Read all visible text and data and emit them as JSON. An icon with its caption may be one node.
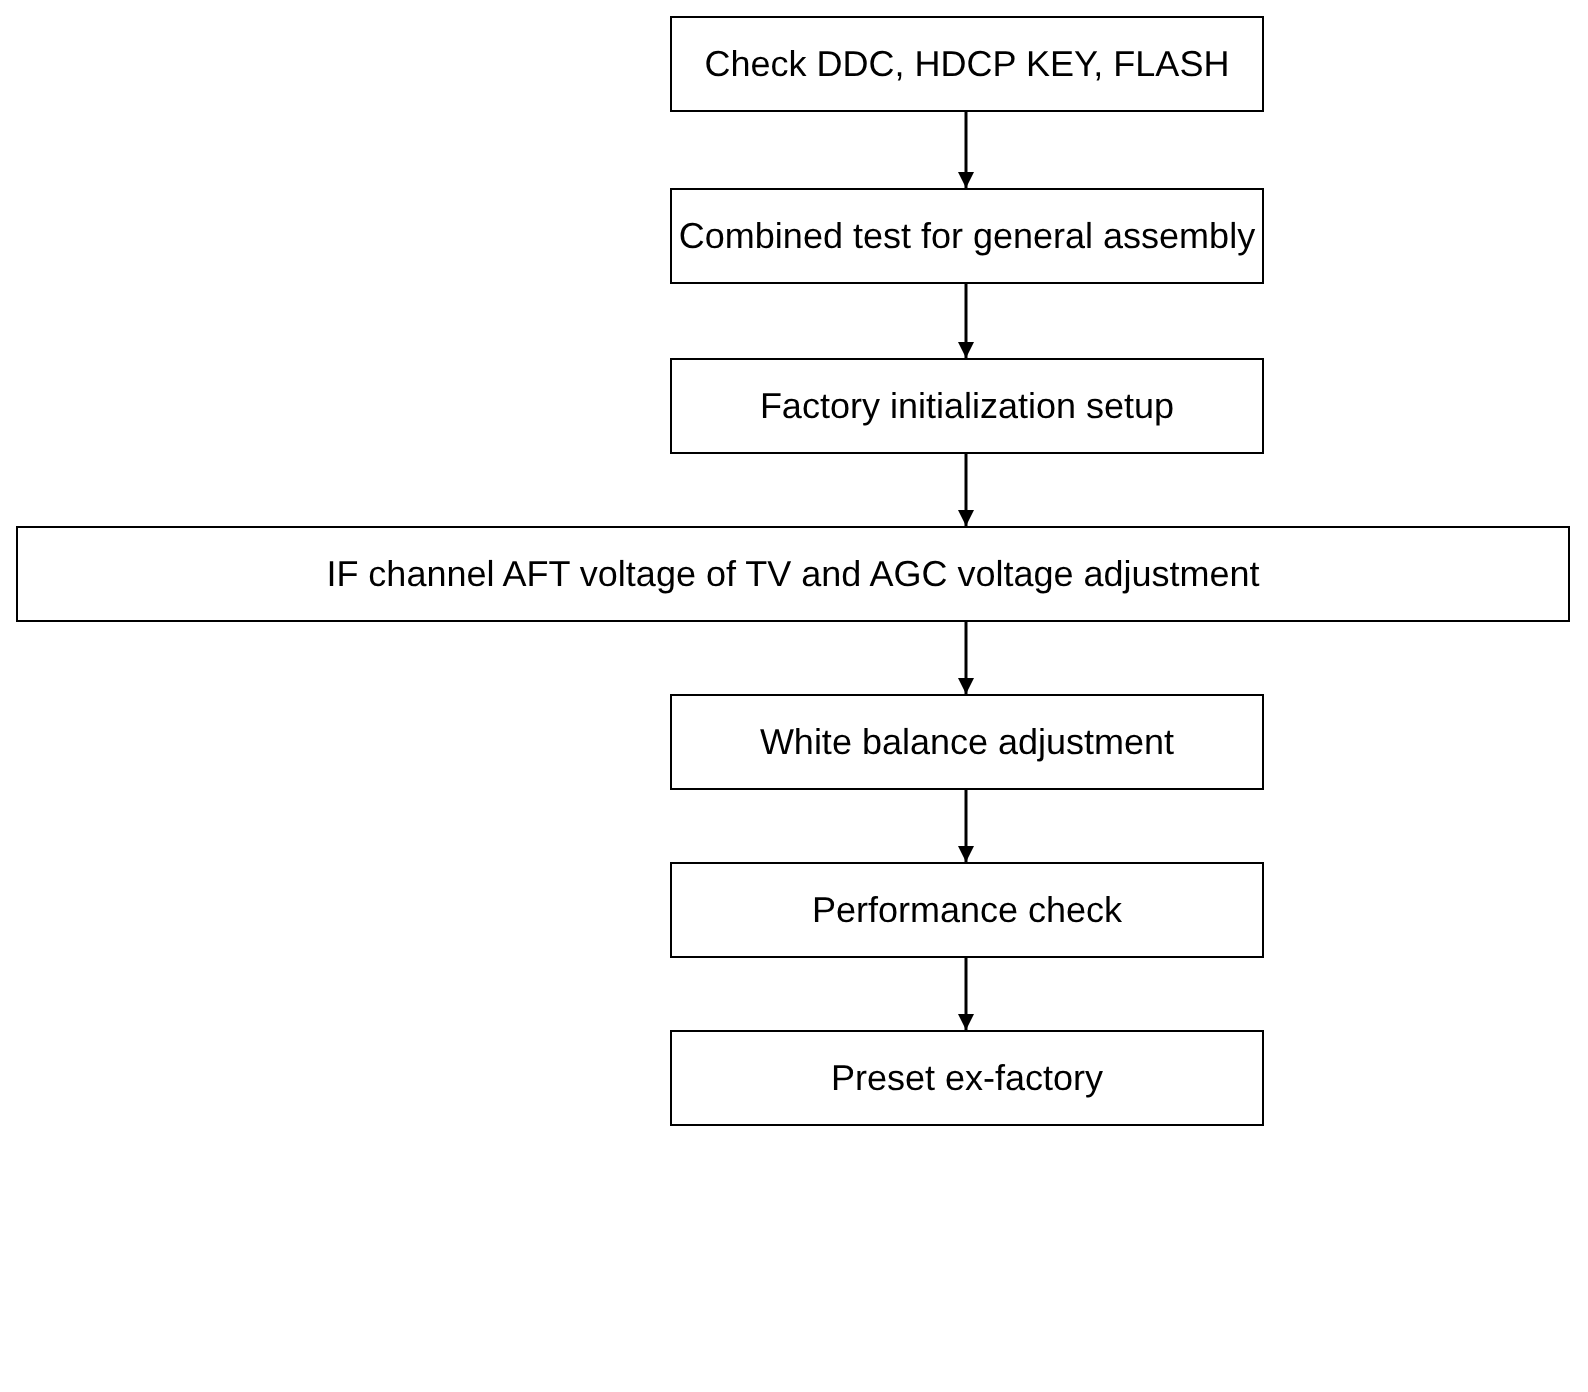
{
  "diagram": {
    "nodes": [
      {
        "text": [
          "Check DDC, HDCP KEY, FLASH"
        ]
      },
      {
        "text": [
          "Combined test for general assembly"
        ]
      },
      {
        "text": [
          "Factory initialization setup"
        ]
      },
      {
        "text": [
          "IF channel AFT voltage of TV and AGC voltage adjustment"
        ]
      },
      {
        "text": [
          "White balance adjustment"
        ]
      },
      {
        "text": [
          "Performance check"
        ]
      },
      {
        "text": [
          "Preset ex-factory"
        ]
      }
    ],
    "edges": [
      {
        "from": 0,
        "to": 1,
        "arrow": "to"
      },
      {
        "from": 1,
        "to": 2,
        "arrow": "to"
      },
      {
        "from": 2,
        "to": 3,
        "arrow": "to"
      },
      {
        "from": 3,
        "to": 4,
        "arrow": "to"
      },
      {
        "from": 4,
        "to": 5,
        "arrow": "to"
      },
      {
        "from": 5,
        "to": 6,
        "arrow": "to"
      }
    ]
  }
}
